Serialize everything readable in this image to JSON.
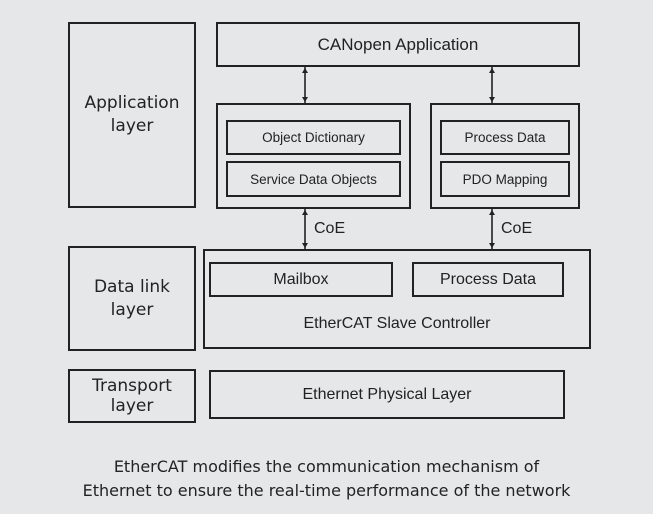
{
  "layers": {
    "application": "Application layer",
    "data_link": "Data link layer",
    "transport": "Transport layer"
  },
  "blocks": {
    "canopen_application": "CANopen Application",
    "object_dictionary": "Object Dictionary",
    "service_data_objects": "Service Data Objects",
    "process_data_app": "Process Data",
    "pdo_mapping": "PDO Mapping",
    "mailbox": "Mailbox",
    "process_data_esc": "Process Data",
    "slave_controller": "EtherCAT Slave Controller",
    "physical_layer": "Ethernet Physical Layer"
  },
  "connectors": {
    "coe_left": "CoE",
    "coe_right": "CoE"
  },
  "caption": {
    "line1": "EtherCAT modifies the communication mechanism of",
    "line2": "Ethernet to ensure the real-time performance of the network"
  }
}
